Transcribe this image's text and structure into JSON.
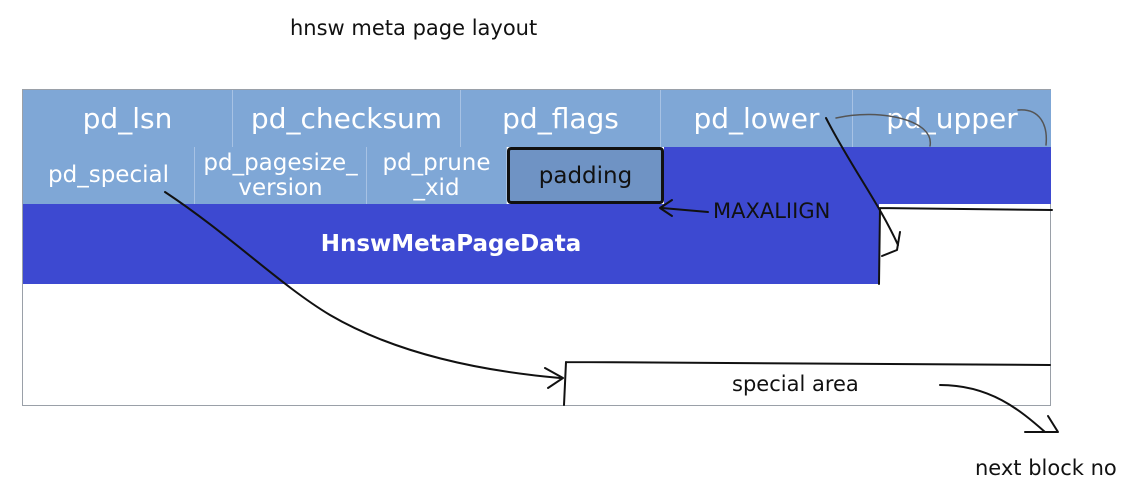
{
  "title": "hnsw meta page layout",
  "header_row": {
    "pd_lsn": "pd_lsn",
    "pd_checksum": "pd_checksum",
    "pd_flags": "pd_flags",
    "pd_lower": "pd_lower",
    "pd_upper": "pd_upper"
  },
  "second_row": {
    "pd_special": "pd_special",
    "pd_pagesize_version_1": "pd_pagesize_",
    "pd_pagesize_version_2": "version",
    "pd_prune_xid_1": "pd_prune",
    "pd_prune_xid_2": "_xid",
    "padding": "padding"
  },
  "meta_data_label": "HnswMetaPageData",
  "annotations": {
    "maxalign": "MAXALIIGN",
    "special_area": "special area",
    "next_block": "next block no"
  },
  "colors": {
    "header_blue": "#7fa7d6",
    "dark_blue": "#3d49d1",
    "padding_blue": "#6f93c4"
  }
}
